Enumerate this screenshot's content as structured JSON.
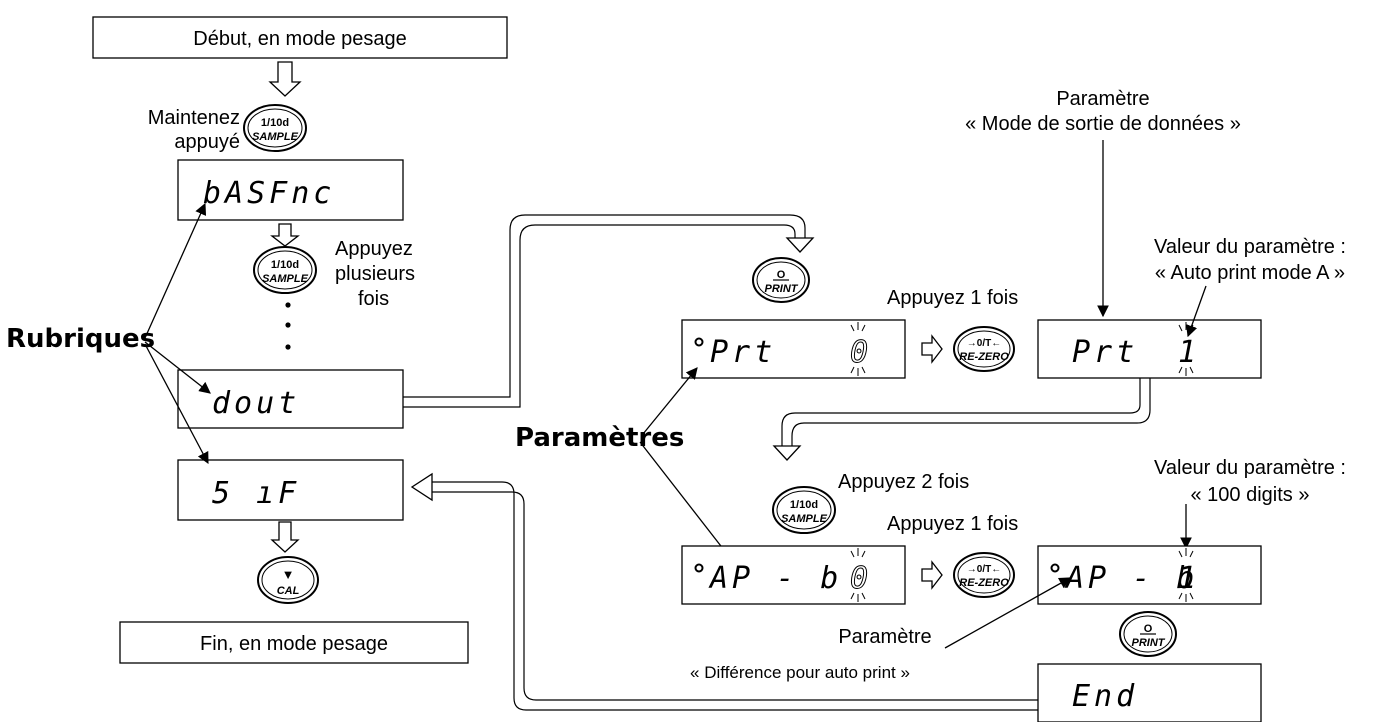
{
  "labels": {
    "start": "Début, en mode pesage",
    "end": "Fin, en mode pesage",
    "hold_1": "Maintenez",
    "hold_2": "appuyé",
    "press_multi_1": "Appuyez",
    "press_multi_2": "plusieurs",
    "press_multi_3": "fois",
    "items": "Rubriques",
    "params": "Paramètres",
    "param_top_1": "Paramètre",
    "param_top_2": "« Mode de sortie de données »",
    "value_top_1": "Valeur du paramètre :",
    "value_top_2": "« Auto print mode A »",
    "press_once_1": "Appuyez 1 fois",
    "press_twice": "Appuyez 2 fois",
    "value_bot_1": "Valeur du paramètre :",
    "value_bot_2": "« 100 digits »",
    "press_once_2": "Appuyez 1 fois",
    "param_bot_1": "Paramètre",
    "param_bot_2": "« Différence pour auto print »"
  },
  "keys": {
    "sample_top": "1/10d",
    "sample_bottom": "SAMPLE",
    "print_top": "O",
    "print_bottom": "PRINT",
    "rezero_top": "→0/T←",
    "rezero_bottom": "RE-ZERO",
    "cal_top": "▼",
    "cal_bottom": "CAL"
  },
  "displays": {
    "basfnc": "bASFnc",
    "dout": "dout",
    "sif": "5 ıF",
    "prt_cur": "Prt",
    "prt_cur_val": "0",
    "prt_new": "Prt",
    "prt_new_val": "1",
    "apb_cur": "AP - b",
    "apb_cur_val": "0",
    "apb_new": "AP - b",
    "apb_new_val": "1",
    "end": "End"
  }
}
